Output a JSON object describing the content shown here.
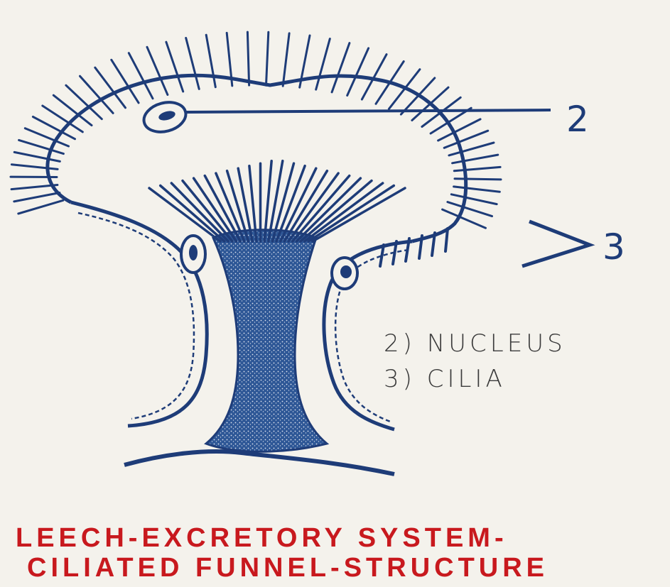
{
  "diagram": {
    "callouts": [
      "2",
      "3"
    ],
    "legend": [
      "2) NUCLEUS",
      "3) CILIA"
    ],
    "caption": [
      "LEECH-EXCRETORY SYSTEM-",
      "CILIATED FUNNEL-STRUCTURE"
    ]
  },
  "colors": {
    "ink": "#1e3c78",
    "caption": "#c8191e",
    "paper": "#f4f2ec"
  }
}
